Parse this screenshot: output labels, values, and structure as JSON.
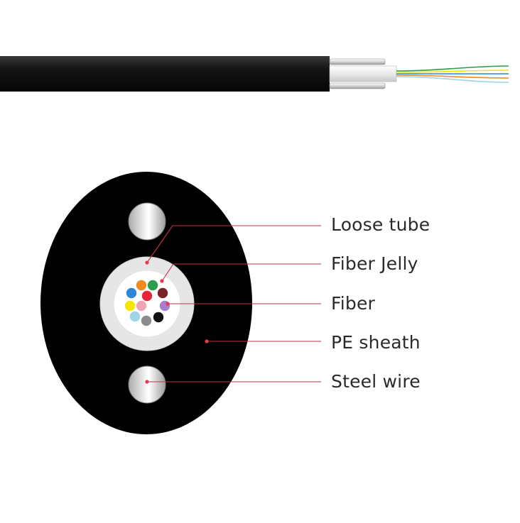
{
  "diagram": {
    "labels": {
      "loose_tube": "Loose tube",
      "fiber_jelly": "Fiber Jelly",
      "fiber": "Fiber",
      "pe_sheath": "PE sheath",
      "steel_wire": "Steel wire"
    },
    "colors": {
      "sheath": "#000000",
      "steel": "#c8c8c8",
      "loose_tube": "#e6e6e6",
      "jelly": "#ffffff",
      "leader_line": "#c0334a",
      "leader_dot": "#e8384f"
    },
    "fiber_colors": [
      "#2e86d6",
      "#f28a1d",
      "#2a9d4a",
      "#a77fd1",
      "#7a2326",
      "#f3e600",
      "#9fd3e6",
      "#f0a5b5",
      "#8c8c8c",
      "#111111",
      "#e8233a",
      "#ffffff"
    ],
    "strand_colors": [
      "#2a9d4a",
      "#f3e600",
      "#2e86d6",
      "#f28a1d",
      "#9fd3e6"
    ]
  }
}
